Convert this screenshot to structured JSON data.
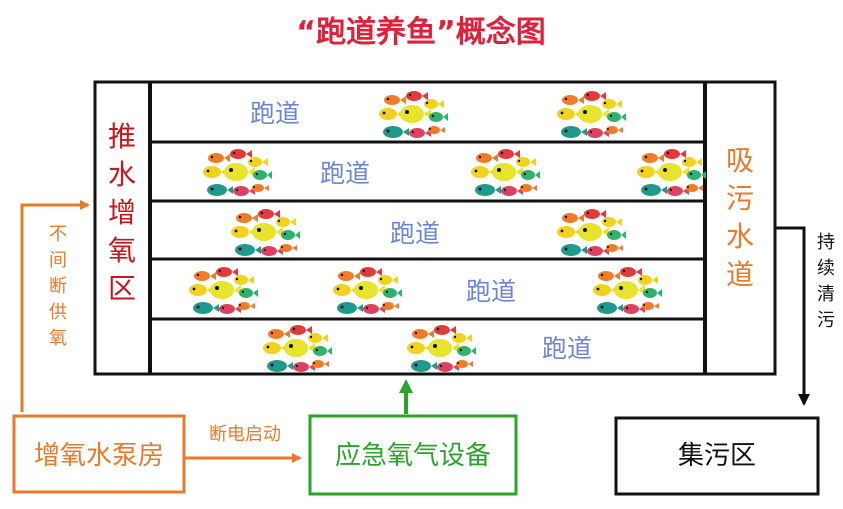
{
  "title": "“跑道养鱼”概念图",
  "lanes": [
    "跑道",
    "跑道",
    "跑道",
    "跑道",
    "跑道"
  ],
  "left_zone": [
    "推",
    "水",
    "增",
    "氧",
    "区"
  ],
  "right_zone": [
    "吸",
    "污",
    "水",
    "道"
  ],
  "left_arrow_label": [
    "不",
    "间",
    "断",
    "供",
    "氧"
  ],
  "right_arrow_label": [
    "持",
    "续",
    "清",
    "污"
  ],
  "pump_house": "增氧水泵房",
  "power_fail_label": "断电启动",
  "emergency_equipment": "应急氧气设备",
  "sewage_area": "集污区",
  "colors": {
    "title": "#e0203a",
    "lane_text": "#6b86d6",
    "push_zone": "#c8161d",
    "orange": "#e87a2a",
    "green": "#2aa52a"
  },
  "icons": [
    "fish-school-icon"
  ]
}
